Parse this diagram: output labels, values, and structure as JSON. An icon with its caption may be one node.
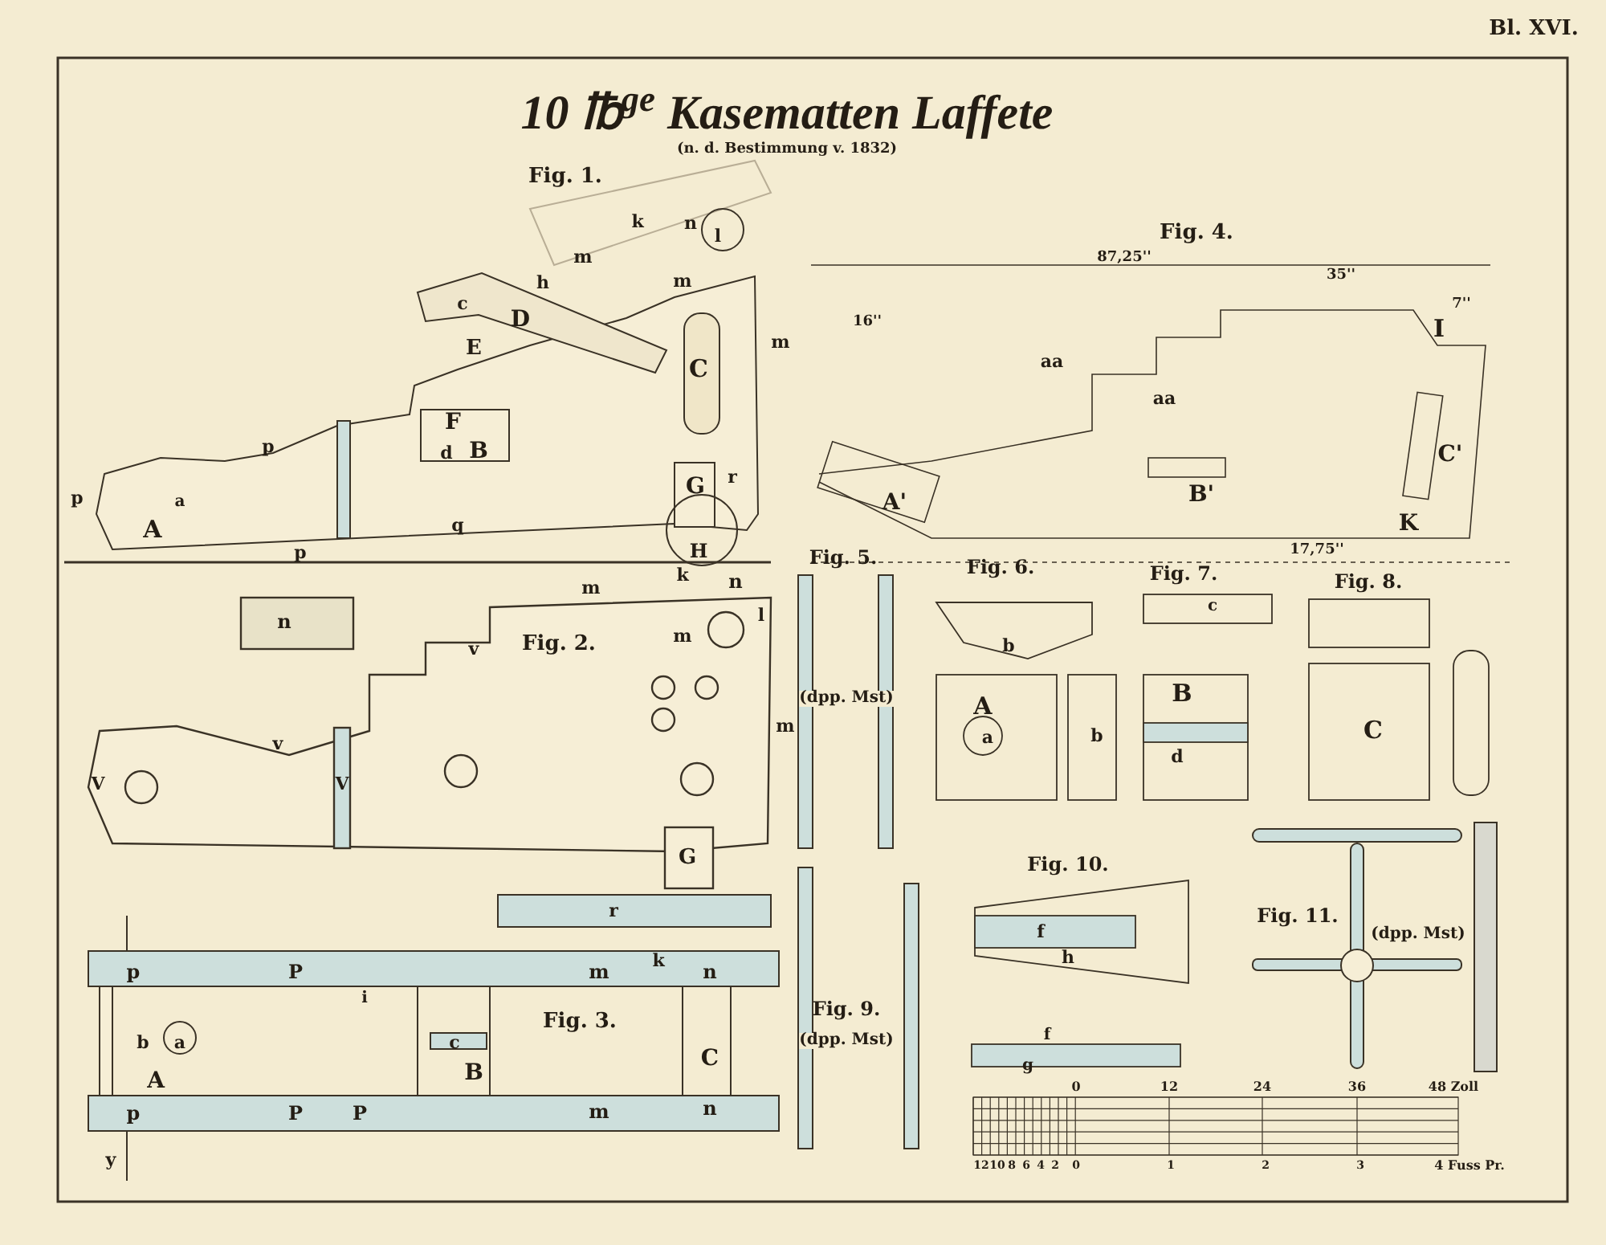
{
  "diagram": {
    "title": "10 ℔$^{ge}$ Kasematten Laffete",
    "caption": "(n. d. Bestimmung v. 1832)",
    "labels": [
      "Bl. XVI.",
      "Fig. 1.",
      "k",
      "n",
      "l",
      "m",
      "m",
      "h",
      "c",
      "D",
      "C",
      "m",
      "E",
      "p",
      "F",
      "d",
      "B",
      "G",
      "r",
      "A",
      "a",
      "q",
      "p",
      "H",
      "p",
      "Fig. 4.",
      "87,25''",
      "35''",
      "7''",
      "16''",
      "I",
      "aa",
      "aa",
      "A'",
      "B'",
      "C'",
      "K",
      "17,75''",
      "k",
      "n",
      "l",
      "m",
      "m",
      "n",
      "Fig. 2.",
      "v",
      "v",
      "V",
      "V",
      "m",
      "G",
      "p",
      "P",
      "m",
      "k",
      "n",
      "Fig. 3.",
      "b",
      "a",
      "c",
      "A",
      "B",
      "C",
      "i",
      "p",
      "P",
      "P",
      "m",
      "n",
      "y",
      "r",
      "Fig. 5.",
      "(dpp. Mst)",
      "Fig. 6.",
      "A",
      "a",
      "b",
      "b",
      "Fig. 7.",
      "B",
      "d",
      "c",
      "Fig. 8.",
      "C",
      "Fig. 9.",
      "(dpp. Mst)",
      "Fig. 10.",
      "f",
      "h",
      "f",
      "g",
      "Fig. 11.",
      "(dpp. Mst)",
      "0",
      "12",
      "24",
      "36",
      "48 Zoll",
      "12",
      "10",
      "8",
      "6",
      "4",
      "2",
      "0",
      "1",
      "2",
      "3",
      "4 Fuss Pr."
    ]
  }
}
